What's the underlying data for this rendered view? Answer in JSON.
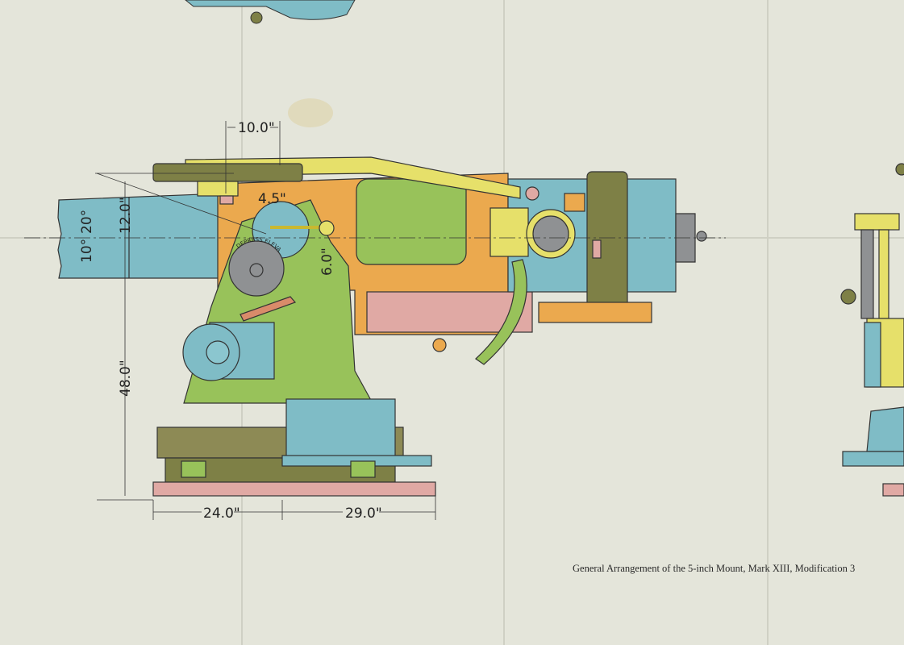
{
  "drawing": {
    "caption": "General Arrangement of the 5-inch Mount, Mark XIII, Modification 3",
    "dimensions": {
      "telescope_offset": "10.0\"",
      "trunnion_offset": "4.5\"",
      "max_elevation": "20°",
      "max_depression": "10°",
      "bore_height": "12.0\"",
      "dial_offset": "6.0\"",
      "trunnion_height": "48.0\"",
      "base_front": "24.0\"",
      "base_rear": "29.0\""
    },
    "dial_text": "DEPRESS ELEVATE",
    "colors": {
      "paper": "#e4e5da",
      "barrel_blue": "#7fbcc6",
      "slide_orange": "#eba94e",
      "pedestal_green": "#98c25a",
      "telescope_olive": "#7e8046",
      "arm_yellow": "#e6e06a",
      "pink": "#e0a9a4",
      "gray": "#8f9193"
    }
  }
}
